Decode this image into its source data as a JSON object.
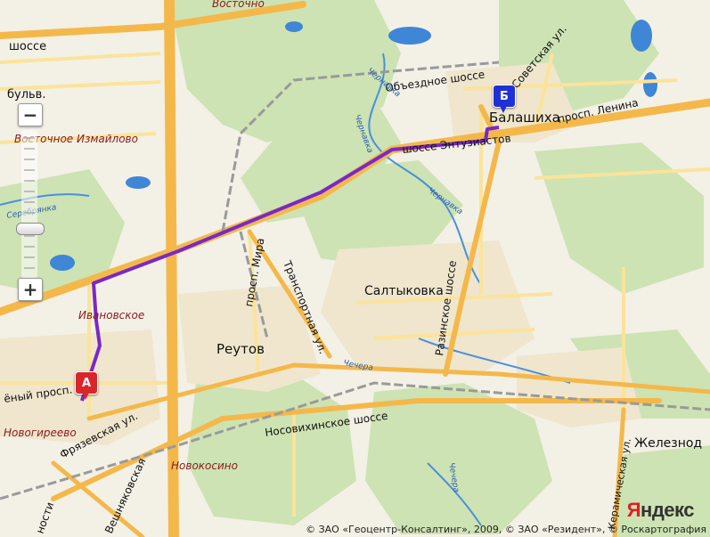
{
  "map": {
    "labels": {
      "vostochny": "Восточно",
      "shosse_top_left": "шоссе",
      "bulv": "бульв.",
      "vostochnoe_izmaylovo": "Восточное Измайлово",
      "obezdnoe": "Объездное шоссе",
      "sovetskaya": "Советская ул.",
      "balashikha": "Балашиха",
      "prosp_lenina": "просп. Ленина",
      "shosse_entuziastov": "шоссе Энтузиастов",
      "chernavka_top": "Чернавка",
      "chernavka_left": "Чернавка",
      "chernavka_mid": "Чернавка",
      "serebryanka": "Серебрянка",
      "saltykovka": "Салтыковка",
      "razinskoe": "Разинское шоссе",
      "prosp_mira": "просп. Мира",
      "transportnaya": "Транспортная ул.",
      "reutov": "Реутов",
      "ivanovskoe": "Ивановское",
      "chechera": "Чечера",
      "zhelezno": "Железнод",
      "keramicheskaya": "Керамическая ул.",
      "nosovikhinskoe": "Носовихинское шоссе",
      "fryazevskaya": "Фрязевская ул.",
      "novogireevo": "Новогиреево",
      "novokosino": "Новокосино",
      "veshnyakovskaya": "Вешняковская",
      "zeleny_prosp": "ёный просп.",
      "chechera_bottom": "Чечера",
      "dosti": "ности"
    },
    "colors": {
      "road_major": "#f4b84a",
      "road_minor": "#fbe39a",
      "forest": "#cfe4b7",
      "water": "#3f86d6",
      "route": "#7a28c8",
      "railway": "#9a9a9a"
    }
  },
  "markers": {
    "a": "А",
    "b": "Б"
  },
  "zoom": {
    "plus": "+",
    "minus": "−",
    "level": 0.55
  },
  "copyright": "© ЗАО «Геоцентр-Консалтинг», 2009, © ЗАО «Резидент», © Роскартография",
  "logo": {
    "first": "Я",
    "rest": "ндекс"
  }
}
